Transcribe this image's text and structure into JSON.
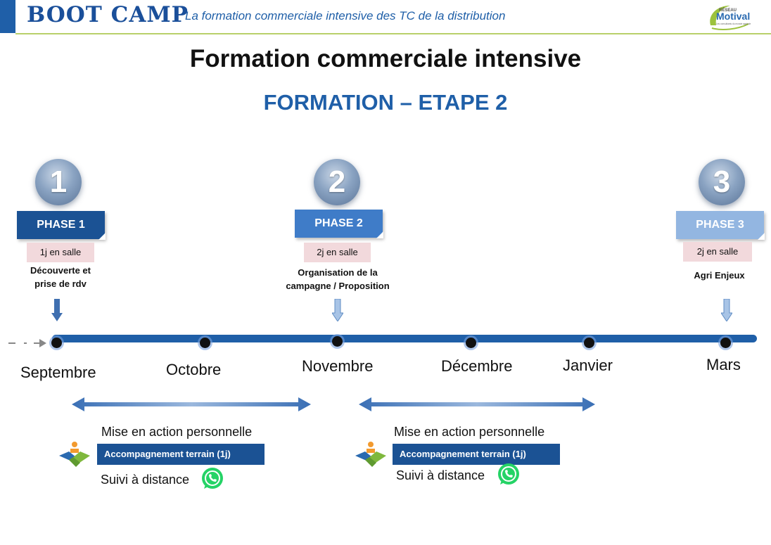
{
  "header": {
    "logo": "BOOT CAMP",
    "tagline": "La formation commerciale intensive des TC de la distribution",
    "partner_logo": {
      "top": "RÉSEAU",
      "name": "Motival",
      "sub": "Les consultants du monde agricole"
    }
  },
  "title": "Formation commerciale intensive",
  "subtitle": "FORMATION – ETAPE 2",
  "phases": [
    {
      "number": "1",
      "label": "PHASE 1",
      "duration": "1j en salle",
      "desc_line1": "Découverte et",
      "desc_line2": "prise de rdv"
    },
    {
      "number": "2",
      "label": "PHASE 2",
      "duration": "2j en salle",
      "desc_line1": "Organisation de la",
      "desc_line2": "campagne / Proposition"
    },
    {
      "number": "3",
      "label": "PHASE 3",
      "duration": "2j en salle",
      "desc_line1": "Agri Enjeux",
      "desc_line2": ""
    }
  ],
  "timeline": {
    "months": [
      "Septembre",
      "Octobre",
      "Novembre",
      "Décembre",
      "Janvier",
      "Mars"
    ]
  },
  "actions": [
    {
      "title": "Mise en action personnelle",
      "accompagnement": "Accompagnement terrain (1j)",
      "suivi": "Suivi à distance"
    },
    {
      "title": "Mise en action personnelle",
      "accompagnement": "Accompagnement terrain (1j)",
      "suivi": "Suivi à distance"
    }
  ],
  "colors": {
    "brand_blue": "#1f5fa8",
    "phase1": "#1b5294",
    "phase2": "#3f7cc8",
    "phase3": "#93b6e1",
    "badge_bg": "#f2d9dc",
    "whatsapp": "#25d366"
  },
  "icons": [
    "gray-arrow-icon",
    "down-arrow-icon",
    "double-arrow-icon",
    "handshake-icon",
    "whatsapp-icon"
  ]
}
